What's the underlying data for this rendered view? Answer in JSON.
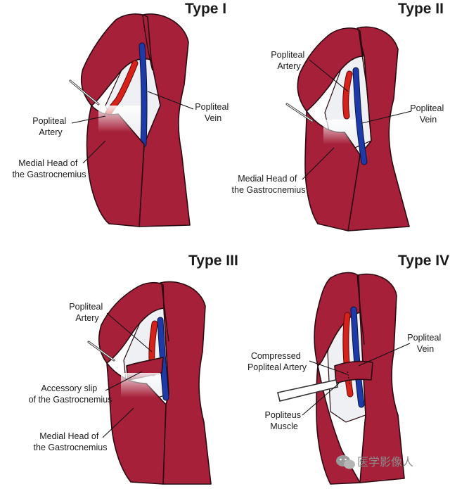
{
  "panels": [
    {
      "title": "Type I",
      "labels": {
        "artery": [
          "Popliteal",
          "Artery"
        ],
        "vein": [
          "Popliteal",
          "Vein"
        ],
        "gastrocnemius": [
          "Medial Head of",
          "the Gastrocnemius"
        ]
      }
    },
    {
      "title": "Type II",
      "labels": {
        "artery": [
          "Popliteal",
          "Artery"
        ],
        "vein": [
          "Popliteal",
          "Vein"
        ],
        "gastrocnemius": [
          "Medial Head of",
          "the Gastrocnemius"
        ]
      }
    },
    {
      "title": "Type III",
      "labels": {
        "artery": [
          "Popliteal",
          "Artery"
        ],
        "slip": [
          "Accessory slip",
          "of the Gastrocnemius"
        ],
        "gastrocnemius": [
          "Medial Head of",
          "the Gastrocnemius"
        ]
      }
    },
    {
      "title": "Type IV",
      "labels": {
        "vein": [
          "Popliteal",
          "Vein"
        ],
        "compressed": [
          "Compressed",
          "Popliteal Artery"
        ],
        "popliteus": [
          "Popliteus",
          "Muscle"
        ]
      }
    }
  ],
  "watermark": {
    "text": "医学影像人",
    "icon": "wechat-icon"
  },
  "colors": {
    "muscle": "#a6203a",
    "artery": "#d7221c",
    "vein": "#1e3aa8",
    "background": "#ffffff"
  }
}
